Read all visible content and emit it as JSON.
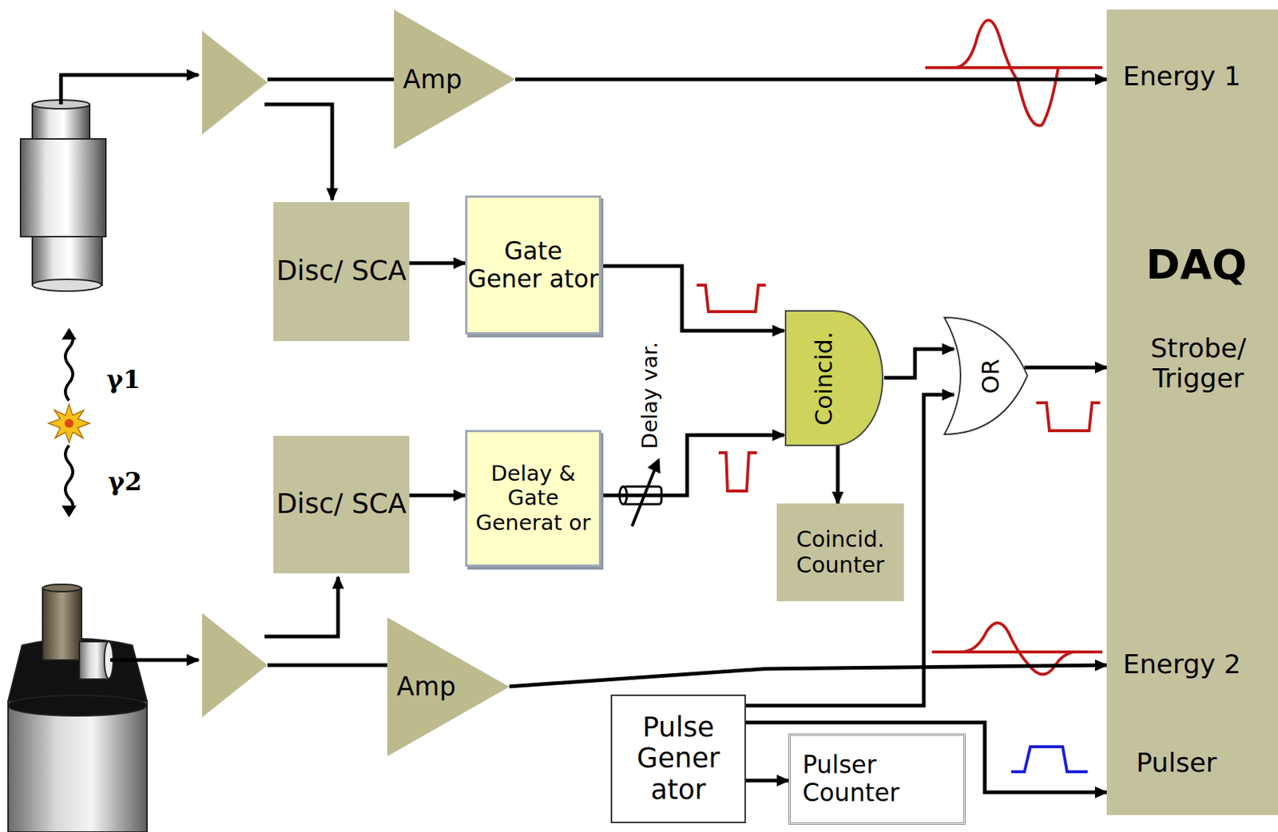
{
  "diagram": {
    "nodes": [
      {
        "text": [
          "Amp"
        ]
      },
      {
        "text": [
          "Disc/ SCA"
        ]
      },
      {
        "text": [
          "Gate Gener ator"
        ]
      },
      {
        "text": [
          "Coincid."
        ]
      },
      {
        "text": [
          "OR"
        ]
      },
      {
        "text": [
          "DAQ",
          "Energy 1",
          "Strobe/ Trigger",
          "Energy 2",
          "Pulser"
        ]
      },
      {
        "text": [
          "Disc/ SCA"
        ]
      },
      {
        "text": [
          "Delay & Gate Generat or"
        ]
      },
      {
        "text": [
          "Coincid. Counter"
        ]
      },
      {
        "text": [
          "Amp"
        ]
      },
      {
        "text": [
          "Pulse Gener ator"
        ]
      },
      {
        "text": [
          "Pulser Counter"
        ]
      }
    ],
    "edges": [
      {
        "from": 0,
        "to": 5,
        "arrow": "to"
      },
      {
        "from": 1,
        "to": 2,
        "arrow": "to"
      },
      {
        "from": 2,
        "to": 3,
        "arrow": "to"
      },
      {
        "from": 6,
        "to": 7,
        "arrow": "to"
      },
      {
        "from": 7,
        "to": 3,
        "arrow": "to"
      },
      {
        "from": 3,
        "to": 4,
        "arrow": "to"
      },
      {
        "from": 3,
        "to": 8,
        "arrow": "to"
      },
      {
        "from": 4,
        "to": 5,
        "arrow": "to"
      },
      {
        "from": 9,
        "to": 5,
        "arrow": "to"
      },
      {
        "from": 10,
        "to": 4,
        "arrow": "to"
      },
      {
        "from": 10,
        "to": 11,
        "arrow": "to"
      },
      {
        "from": 10,
        "to": 5,
        "arrow": "to"
      }
    ],
    "labels": [
      "γ1",
      "γ2",
      "Delay var."
    ]
  }
}
